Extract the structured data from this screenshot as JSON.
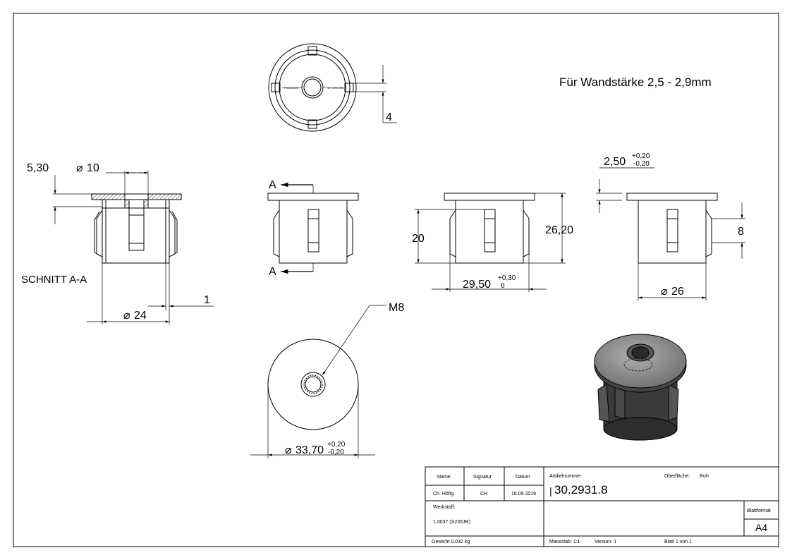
{
  "note": "Für Wandstärke 2,5 - 2,9mm",
  "views": {
    "top": {
      "dim_4": "4"
    },
    "section": {
      "title": "SCHNITT A-A",
      "dim_530": "5,30",
      "dim_d10": "10",
      "dim_d24": "24",
      "dim_1": "1"
    },
    "front": {
      "label_a_top": "A",
      "label_a_bottom": "A"
    },
    "side": {
      "dim_20": "20",
      "dim_2620": "26,20",
      "dim_2950": "29,50",
      "tol_2950_upper": "+0,30",
      "tol_2950_lower": "0"
    },
    "right": {
      "dim_250": "2,50",
      "tol_250_upper": "+0,20",
      "tol_250_lower": "-0,20",
      "dim_8": "8",
      "dim_d26": "26"
    },
    "bottom": {
      "thread": "M8",
      "dim_3370": "33,70",
      "tol_3370_upper": "+0,20",
      "tol_3370_lower": "-0,20"
    }
  },
  "title_block": {
    "header_name": "Name",
    "header_signatur": "Signatur",
    "header_datum": "Datum",
    "name": "Ch. Höfig",
    "signatur": "CH",
    "datum": "16.09.2019",
    "artikelnummer_label": "Artikelnummer",
    "artikelnummer": "30.2931.8",
    "oberflaeche_label": "Oberfläche:",
    "oberflaeche": "Roh",
    "werkstoff_label": "Werkstoff:",
    "werkstoff": "1.0037 (S235JR)",
    "blattformat_label": "Blattformat",
    "blattformat": "A4",
    "gewicht": "Gewicht 0.032 kg",
    "massstab": "Massstab: 1:1",
    "version": "Version: 1",
    "blatt": "Blatt 1 von 1"
  },
  "colors": {
    "line": "#000000",
    "part_fill": "#3a3a3a",
    "part_top": "#8a8a8a"
  }
}
